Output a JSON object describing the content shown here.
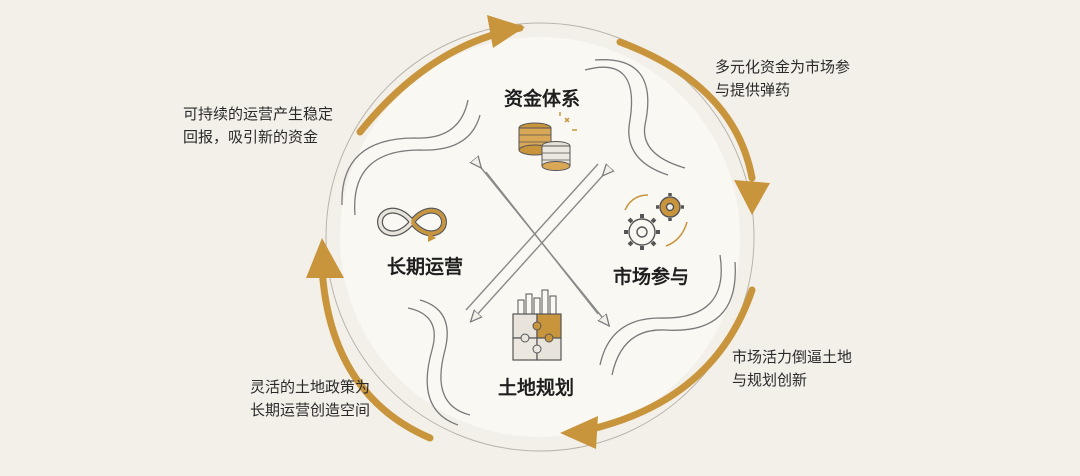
{
  "diagram": {
    "nodes": {
      "top": "资金体系",
      "right": "市场参与",
      "bottom": "土地规划",
      "left": "长期运营"
    },
    "notes": {
      "top_left": [
        "可持续的运营产生稳定",
        "回报，吸引新的资金"
      ],
      "top_right": [
        "多元化资金为市场参",
        "与提供弹药"
      ],
      "bottom_right": [
        "市场活力倒逼土地",
        "与规划创新"
      ],
      "bottom_left": [
        "灵活的土地政策为",
        "长期运营创造空间"
      ]
    },
    "icons": {
      "top": "stacked-coins-icon",
      "right": "gears-icon",
      "bottom": "puzzle-city-icon",
      "left": "infinity-loop-icon"
    },
    "colors": {
      "background": "#f3f0ea",
      "gold": "#c8953d",
      "line": "#8a8a8a",
      "text": "#1f1f1f"
    }
  }
}
